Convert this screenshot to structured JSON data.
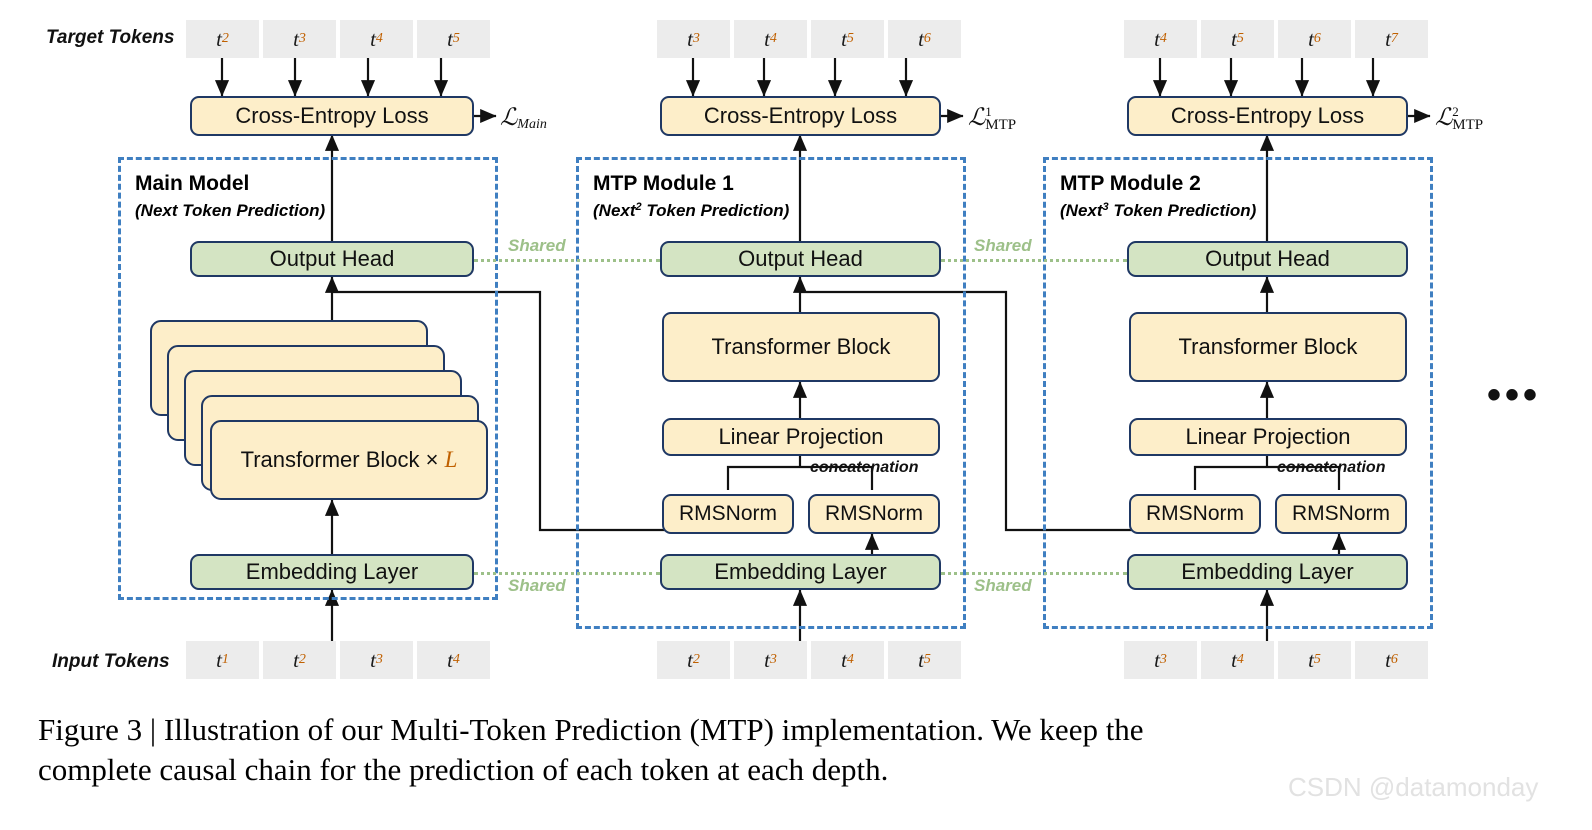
{
  "figure": {
    "caption_line1": "Figure 3 | Illustration of our Multi-Token Prediction (MTP) implementation.  We keep the",
    "caption_line2": "complete causal chain for the prediction of each token at each depth.",
    "watermark": "CSDN @datamonday",
    "continuation_ellipsis": "•••"
  },
  "labels": {
    "target_tokens": "Target Tokens",
    "input_tokens": "Input Tokens",
    "shared": "Shared",
    "concatenation": "concatenation"
  },
  "colors": {
    "yellow_fill": "#fdeec9",
    "green_fill": "#d4e4c3",
    "box_stroke": "#1f3864",
    "frame_dash": "#3f7fc1",
    "shared_green": "#9dc089",
    "token_chip": "#ececec",
    "subscript_orange": "#c06000",
    "watermark": "#e2e2e2"
  },
  "modules": [
    {
      "id": "main-model",
      "title": "Main Model",
      "subtitle_pre": "(Next",
      "subtitle_sup": "",
      "subtitle_post": " Token Prediction)",
      "loss_name": "Cross-Entropy Loss",
      "loss_symbol_base": "ℒ",
      "loss_symbol_sub": "Main",
      "loss_symbol_sup": "",
      "output_head": "Output Head",
      "embedding_layer": "Embedding Layer",
      "transformer_label_pre": "Transformer Block × ",
      "transformer_label_var": "L",
      "target_tokens": [
        {
          "base": "t",
          "sub": "2"
        },
        {
          "base": "t",
          "sub": "3"
        },
        {
          "base": "t",
          "sub": "4"
        },
        {
          "base": "t",
          "sub": "5"
        }
      ],
      "input_tokens": [
        {
          "base": "t",
          "sub": "1"
        },
        {
          "base": "t",
          "sub": "2"
        },
        {
          "base": "t",
          "sub": "3"
        },
        {
          "base": "t",
          "sub": "4"
        }
      ]
    },
    {
      "id": "mtp-module-1",
      "title": "MTP Module 1",
      "subtitle_pre": "(Next",
      "subtitle_sup": "2",
      "subtitle_post": " Token Prediction)",
      "loss_name": "Cross-Entropy Loss",
      "loss_symbol_base": "ℒ",
      "loss_symbol_sub": "MTP",
      "loss_symbol_sup": "1",
      "output_head": "Output Head",
      "embedding_layer": "Embedding Layer",
      "transformer_block": "Transformer Block",
      "linear_projection": "Linear Projection",
      "rmsnorm_left": "RMSNorm",
      "rmsnorm_right": "RMSNorm",
      "target_tokens": [
        {
          "base": "t",
          "sub": "3"
        },
        {
          "base": "t",
          "sub": "4"
        },
        {
          "base": "t",
          "sub": "5"
        },
        {
          "base": "t",
          "sub": "6"
        }
      ],
      "input_tokens": [
        {
          "base": "t",
          "sub": "2"
        },
        {
          "base": "t",
          "sub": "3"
        },
        {
          "base": "t",
          "sub": "4"
        },
        {
          "base": "t",
          "sub": "5"
        }
      ]
    },
    {
      "id": "mtp-module-2",
      "title": "MTP Module 2",
      "subtitle_pre": "(Next",
      "subtitle_sup": "3",
      "subtitle_post": " Token Prediction)",
      "loss_name": "Cross-Entropy Loss",
      "loss_symbol_base": "ℒ",
      "loss_symbol_sub": "MTP",
      "loss_symbol_sup": "2",
      "output_head": "Output Head",
      "embedding_layer": "Embedding Layer",
      "transformer_block": "Transformer Block",
      "linear_projection": "Linear Projection",
      "rmsnorm_left": "RMSNorm",
      "rmsnorm_right": "RMSNorm",
      "target_tokens": [
        {
          "base": "t",
          "sub": "4"
        },
        {
          "base": "t",
          "sub": "5"
        },
        {
          "base": "t",
          "sub": "6"
        },
        {
          "base": "t",
          "sub": "7"
        }
      ],
      "input_tokens": [
        {
          "base": "t",
          "sub": "3"
        },
        {
          "base": "t",
          "sub": "4"
        },
        {
          "base": "t",
          "sub": "5"
        },
        {
          "base": "t",
          "sub": "6"
        }
      ]
    }
  ]
}
